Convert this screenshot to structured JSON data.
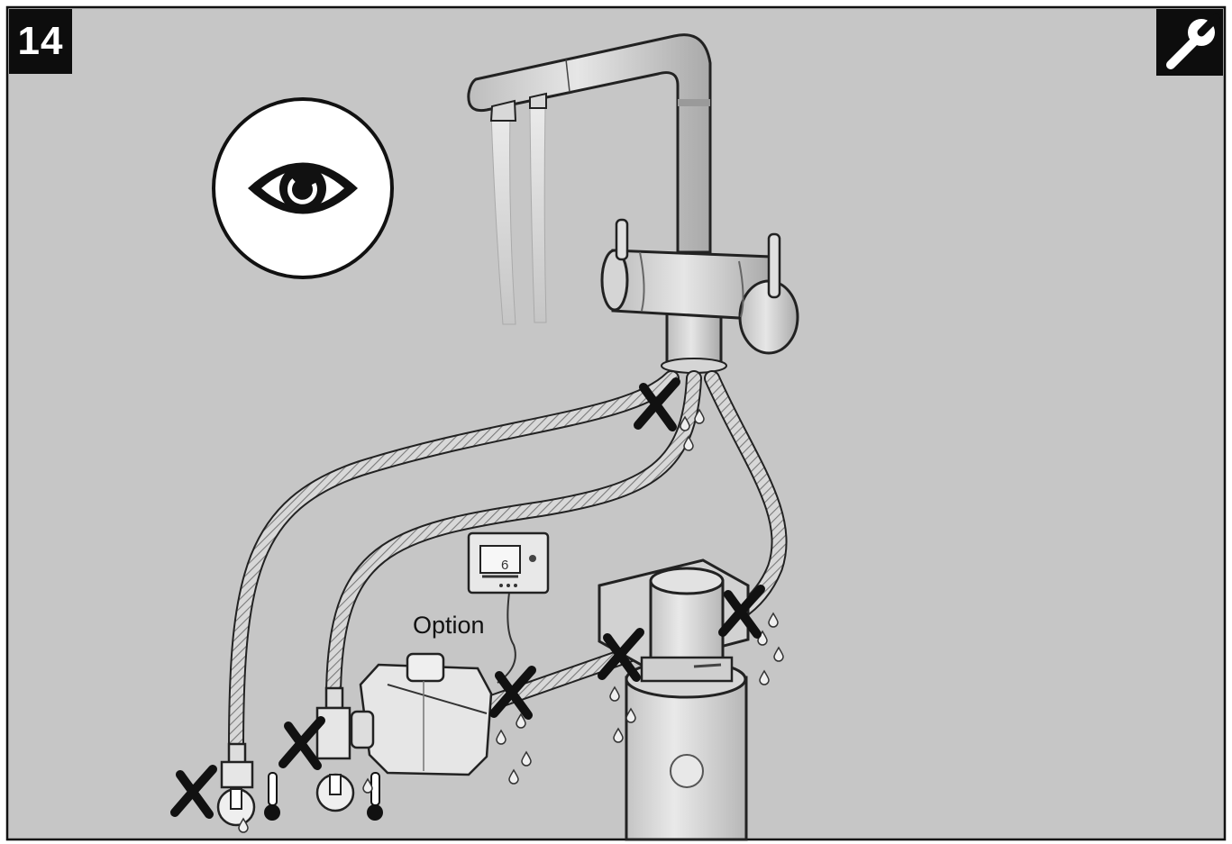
{
  "step": {
    "number": "14"
  },
  "option_label": "Option",
  "monitor_display": "6",
  "icons": {
    "top_right": "wrench-icon",
    "inspection": "eye-icon",
    "no_leak_marks": "cross-icon",
    "water_drops": "drop-icon",
    "temperature": "thermometer-icon"
  },
  "colors": {
    "background": "#c6c6c6",
    "ink": "#111111",
    "badge": "#0d0d0d",
    "equipment": "#e2e2e2"
  }
}
